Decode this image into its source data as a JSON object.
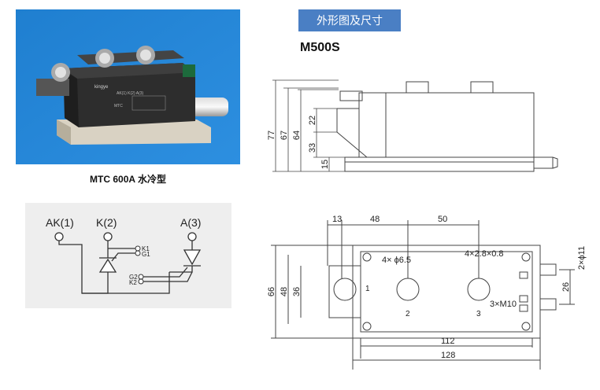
{
  "photo": {
    "brand": "kingye",
    "type_mark": "MTC",
    "pin_labels": [
      "AK(1)",
      "K(2)",
      "A(3)"
    ]
  },
  "caption": "MTC 600A 水冷型",
  "schematic": {
    "ak1": "AK(1)",
    "k2": "K(2)",
    "a3": "A(3)",
    "k1": "K1",
    "g1": "G1",
    "g2": "G2",
    "k2small": "K2"
  },
  "section_title": "外形图及尺寸",
  "model": "M500S",
  "side_view": {
    "dims": [
      "77",
      "67",
      "64",
      "22",
      "33",
      "15"
    ]
  },
  "top_view": {
    "dim_13": "13",
    "dim_48": "48",
    "dim_50": "50",
    "dim_66": "66",
    "dim_48v": "48",
    "dim_36": "36",
    "dim_112": "112",
    "dim_128": "128",
    "dim_26": "26",
    "holes": "4× ϕ6.5",
    "tabs": "4×2.8×0.8",
    "screws": "3×M10",
    "pipe": "2×ϕ11",
    "pin1": "1",
    "pin2": "2",
    "pin3": "3"
  }
}
